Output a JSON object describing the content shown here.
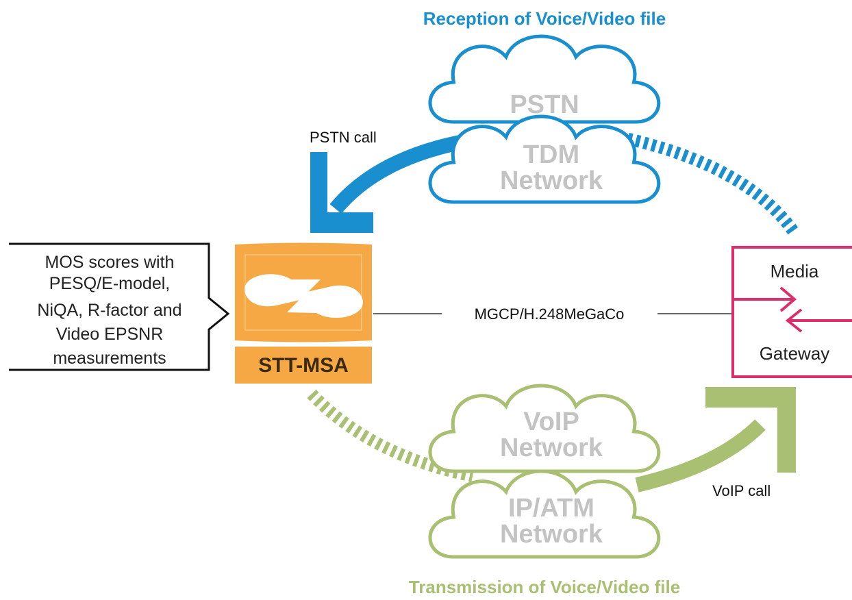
{
  "diagram": {
    "title_top": "Reception of Voice/Video file",
    "title_bottom": "Transmission of Voice/Video file",
    "clouds": {
      "pstn": "PSTN",
      "tdm_line1": "TDM",
      "tdm_line2": "Network",
      "voip_line1": "VoIP",
      "voip_line2": "Network",
      "ipatm_line1": "IP/ATM",
      "ipatm_line2": "Network"
    },
    "arrows": {
      "pstn_call": "PSTN call",
      "voip_call": "VoIP call"
    },
    "protocol_link": "MGCP/H.248MeGaCo",
    "device": {
      "name": "STT-MSA"
    },
    "measurements": {
      "line1": "MOS scores with",
      "line2": "PESQ/E-model,",
      "line3": "NiQA, R-factor and",
      "line4": "Video EPSNR",
      "line5": "measurements"
    },
    "gateway": {
      "line1": "Media",
      "line2": "Gateway"
    },
    "colors": {
      "blue": "#1a8fd0",
      "green": "#a9bf72",
      "orange": "#f5a843",
      "magenta": "#dd2e6b",
      "cloud_text": "#c3c3c3"
    }
  }
}
